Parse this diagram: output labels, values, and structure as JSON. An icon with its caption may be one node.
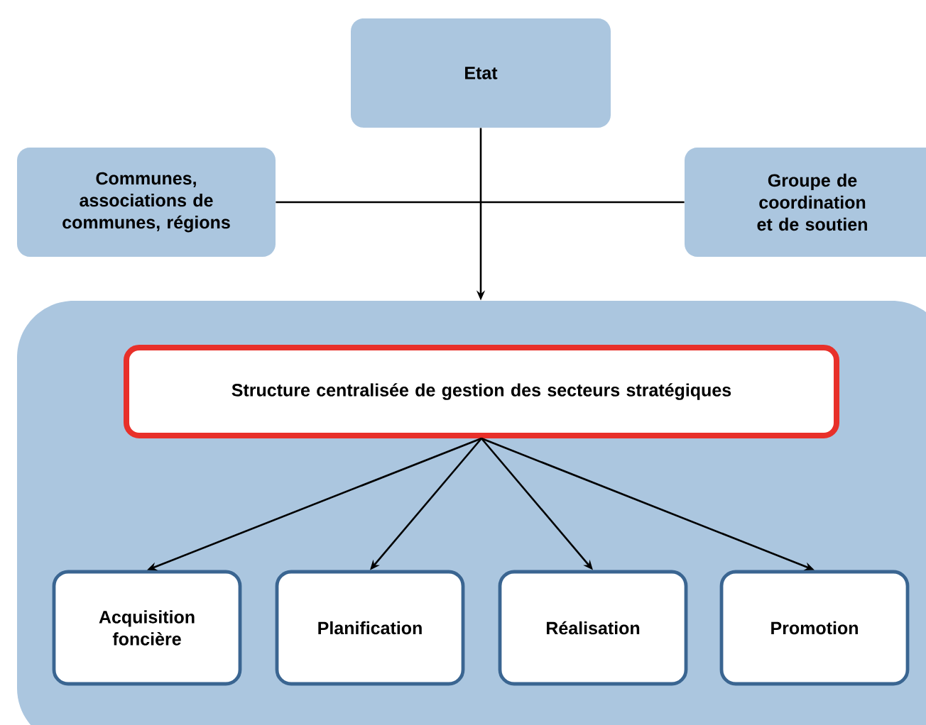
{
  "diagram": {
    "nodes": [
      {
        "text": [
          "Etat"
        ]
      },
      {
        "text": [
          "Communes, associations de communes, régions"
        ]
      },
      {
        "text": [
          "Groupe de coordination et de soutien"
        ]
      },
      {
        "text": [],
        "shape": "box"
      },
      {
        "text": [
          "Structure centralisée de gestion des secteurs stratégiques"
        ],
        "in": 3
      },
      {
        "text": [
          "Acquisition foncière"
        ],
        "in": 3
      },
      {
        "text": [
          "Planification"
        ],
        "in": 3
      },
      {
        "text": [
          "Réalisation"
        ],
        "in": 3
      },
      {
        "text": [
          "Promotion"
        ],
        "in": 3
      }
    ],
    "edges": [
      {
        "from": 0,
        "to": 3,
        "arrow": "to"
      },
      {
        "from": 1,
        "to": 2,
        "arrow": "none"
      },
      {
        "from": 4,
        "to": 5,
        "arrow": "to"
      },
      {
        "from": 4,
        "to": 6,
        "arrow": "to"
      },
      {
        "from": 4,
        "to": 7,
        "arrow": "to"
      },
      {
        "from": 4,
        "to": 8,
        "arrow": "to"
      }
    ]
  }
}
